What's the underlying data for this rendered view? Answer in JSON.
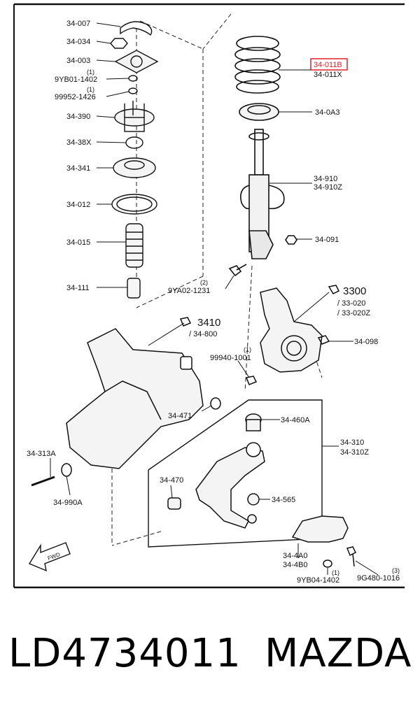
{
  "labels": {
    "l34_007": "34-007",
    "l34_034": "34-034",
    "l34_003": "34-003",
    "q1a": "(1)",
    "l9yb01": "9YB01-1402",
    "q1b": "(1)",
    "l99952": "99952-1426",
    "l34_390": "34-390",
    "l34_38x": "34-38X",
    "l34_341": "34-341",
    "l34_012": "34-012",
    "l34_015": "34-015",
    "l34_111": "34-111",
    "q2": "(2)",
    "l9ya02": "9YA02-1231",
    "l34_011b": "34-011B",
    "l34_011x": "34-011X",
    "l34_0a3": "34-0A3",
    "l34_910": "34-910",
    "l34_910z": "34-910Z",
    "l34_091": "34-091",
    "l3300": "3300",
    "l33_020": "/ 33-020",
    "l33_020z": "/ 33-020Z",
    "l3410": "3410",
    "l34_800": "/ 34-800",
    "l34_098": "34-098",
    "q1c": "(1)",
    "l99940": "99940-1001",
    "l34_471": "34-471",
    "l34_460a": "34-460A",
    "l34_310": "34-310",
    "l34_310z": "34-310Z",
    "l34_313a": "34-313A",
    "l34_990a": "34-990A",
    "l34_470": "34-470",
    "l34_565": "34-565",
    "l34_4a0": "34-4A0",
    "l34_4b0": "34-4B0",
    "q1d": "(1)",
    "l9yb04": "9YB04-1402",
    "q3": "(3)",
    "l9g480": "9G480-1016",
    "fwd": "FWD"
  },
  "footer": {
    "part_number": "LD4734011",
    "brand": "MAZDA"
  },
  "colors": {
    "highlight": "#e0202a",
    "ink": "#111111"
  }
}
